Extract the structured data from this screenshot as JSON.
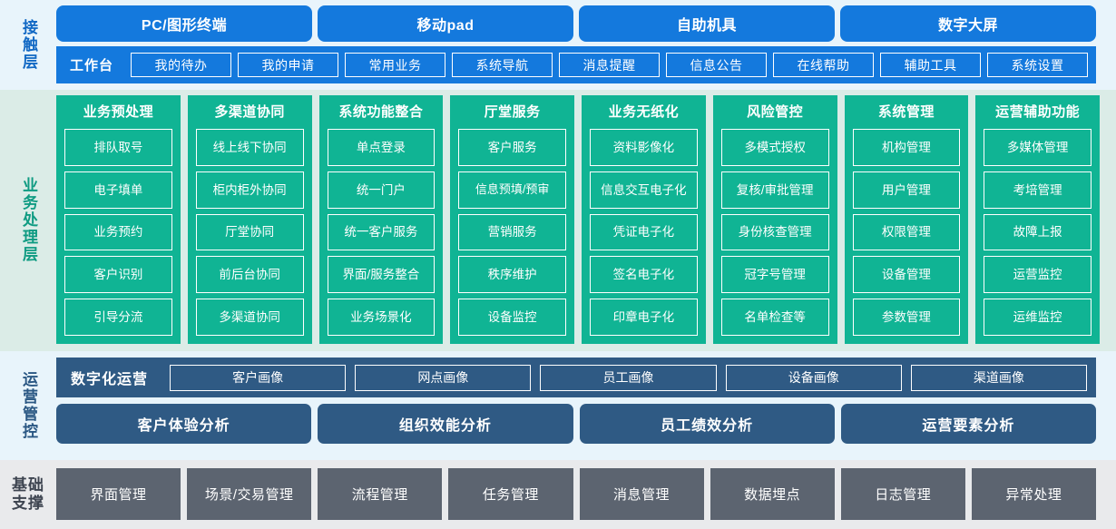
{
  "contact_layer": {
    "label": "接触层",
    "channels": [
      "PC/图形终端",
      "移动pad",
      "自助机具",
      "数字大屏"
    ],
    "workbench_title": "工作台",
    "workbench_items": [
      "我的待办",
      "我的申请",
      "常用业务",
      "系统导航",
      "消息提醒",
      "信息公告",
      "在线帮助",
      "辅助工具",
      "系统设置"
    ]
  },
  "business_layer": {
    "label": "业务处理层",
    "columns": [
      {
        "title": "业务预处理",
        "items": [
          "排队取号",
          "电子填单",
          "业务预约",
          "客户识别",
          "引导分流"
        ]
      },
      {
        "title": "多渠道协同",
        "items": [
          "线上线下协同",
          "柜内柜外协同",
          "厅堂协同",
          "前后台协同",
          "多渠道协同"
        ]
      },
      {
        "title": "系统功能整合",
        "items": [
          "单点登录",
          "统一门户",
          "统一客户服务",
          "界面/服务整合",
          "业务场景化"
        ]
      },
      {
        "title": "厅堂服务",
        "items": [
          "客户服务",
          "信息预填/预审",
          "营销服务",
          "秩序维护",
          "设备监控"
        ]
      },
      {
        "title": "业务无纸化",
        "items": [
          "资料影像化",
          "信息交互电子化",
          "凭证电子化",
          "签名电子化",
          "印章电子化"
        ]
      },
      {
        "title": "风险管控",
        "items": [
          "多模式授权",
          "复核/审批管理",
          "身份核查管理",
          "冠字号管理",
          "名单检查等"
        ]
      },
      {
        "title": "系统管理",
        "items": [
          "机构管理",
          "用户管理",
          "权限管理",
          "设备管理",
          "参数管理"
        ]
      },
      {
        "title": "运营辅助功能",
        "items": [
          "多媒体管理",
          "考培管理",
          "故障上报",
          "运营监控",
          "运维监控"
        ]
      }
    ]
  },
  "ops_layer": {
    "label": "运营管控",
    "portrait_title": "数字化运营",
    "portraits": [
      "客户画像",
      "网点画像",
      "员工画像",
      "设备画像",
      "渠道画像"
    ],
    "analyses": [
      "客户体验分析",
      "组织效能分析",
      "员工绩效分析",
      "运营要素分析"
    ]
  },
  "base_layer": {
    "label": "基础支撑",
    "items": [
      "界面管理",
      "场景/交易管理",
      "流程管理",
      "任务管理",
      "消息管理",
      "数据埋点",
      "日志管理",
      "异常处理"
    ]
  },
  "colors": {
    "contact_bg": "#e8f4fb",
    "contact_accent": "#1479dd",
    "business_bg": "#dbece7",
    "business_accent": "#10b494",
    "ops_bg": "#e8f4fb",
    "ops_accent": "#2f5a84",
    "base_bg": "#e9eaec",
    "base_accent": "#5c6470"
  }
}
